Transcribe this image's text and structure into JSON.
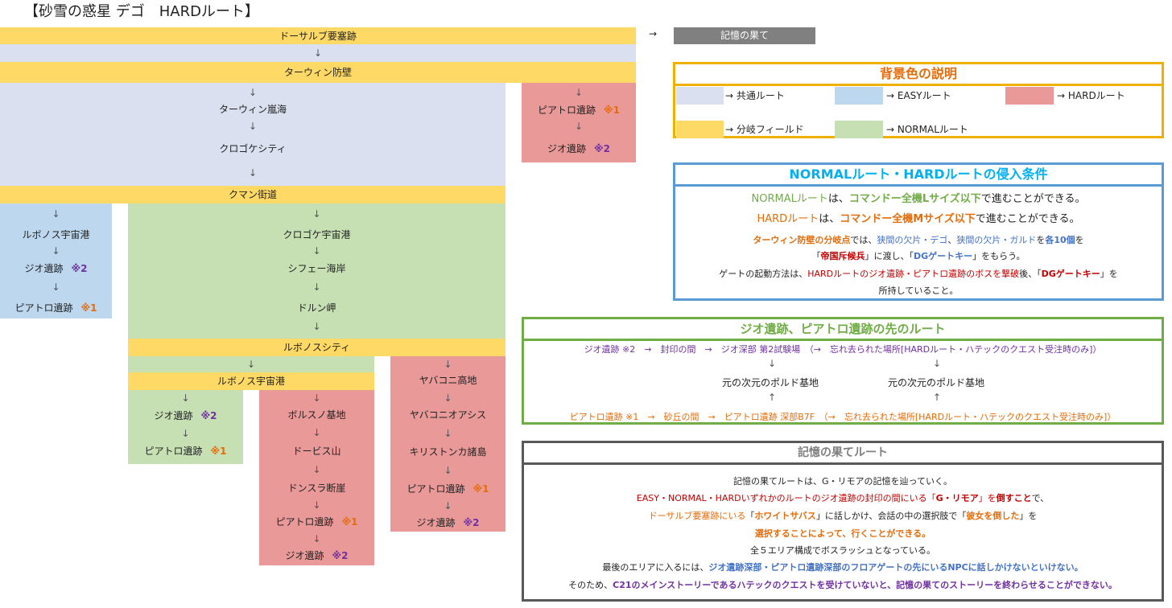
{
  "title": "【砂雪の惑星 デゴ　HARDルート】",
  "top_arrow": "→",
  "memory_end_label": "記憶の果て",
  "arrow": "↓",
  "up_arrow": "↑",
  "note1": "※1",
  "note2": "※2",
  "flow": {
    "dorsalb": "ドーサルブ要塞跡",
    "tarwin_wall": "ターウィン防壁",
    "tarwin_sea": "ターウィン嵐海",
    "krogoke_city": "クロゴケシティ",
    "kuman_road": "クマン街道",
    "ruponos_port": "ルボノス宇宙港",
    "zio_ruins": "ジオ遺跡",
    "piatro_ruins": "ピアトロ遺跡",
    "krogoke_port": "クロゴケ宇宙港",
    "sifae_coast": "シフェー海岸",
    "dorun_cape": "ドルン岬",
    "ruponos_city": "ルボノスシティ",
    "borsuno_base": "ボルスノ基地",
    "dobis_mountain": "ドービス山",
    "donsura_cliff": "ドンスラ断崖",
    "yabakoni_highland": "ヤバコニ高地",
    "yabakoni_oasis": "ヤバコニオアシス",
    "kiristonka_islands": "キリストンカ諸島"
  },
  "legend": {
    "title": "背景色の説明",
    "common": "→ 共通ルート",
    "easy": "→ EASYルート",
    "hard": "→ HARDルート",
    "branch": "→ 分岐フィールド",
    "normal": "→ NORMALルート",
    "colors": {
      "common": "#dae0f0",
      "easy": "#bdd7ee",
      "hard": "#ea9999",
      "branch": "#ffd966",
      "normal": "#c6e0b4"
    }
  },
  "conditions": {
    "title": "NORMALルート・HARDルートの侵入条件",
    "l1a": "NORMALルート",
    "l1b": "は、",
    "l1c": "コマンドー全機Lサイズ以下",
    "l1d": "で進むことができる。",
    "l2a": "HARDルート",
    "l2b": "は、",
    "l2c": "コマンドー全機Mサイズ以下",
    "l2d": "で進むことができる。",
    "l3a": "ターウィン防壁の分岐点",
    "l3b": "では、",
    "l3c": "狭間の欠片・デゴ",
    "l3d": "、",
    "l3e": "狭間の欠片・ガルド",
    "l3f": "を",
    "l3g": "各10個",
    "l3h": "を",
    "l4a": "「",
    "l4b": "帝国斥候兵",
    "l4c": "」に渡し、「",
    "l4d": "DGゲートキー",
    "l4e": "」をもらう。",
    "l5a": "ゲートの起動方法は、",
    "l5b": "HARDルートのジオ遺跡・ピアトロ遺跡のボスを撃破",
    "l5c": "後、「",
    "l5d": "DGゲートキー",
    "l5e": "」を",
    "l6": "所持していること。"
  },
  "beyond": {
    "title": "ジオ遺跡、ピアトロ遺跡の先のルート",
    "zio_line": "ジオ遺跡 ※2　→　封印の間　→　ジオ深部 第2試験場　（→　忘れ去られた場所[HARDルート・ハテックのクエスト受注時のみ]）",
    "base1": "元の次元のポルド基地",
    "base2": "元の次元のポルド基地",
    "piatro_line": "ピアトロ遺跡 ※1　→　砂丘の間　→　ピアトロ遺跡 深部B7F　（→　忘れ去られた場所[HARDルート・ハテックのクエスト受注時のみ]）"
  },
  "memory": {
    "title": "記憶の果てルート",
    "l1": "記憶の果てルートは、G・リモアの記憶を辿っていく。",
    "l2a": "EASY・NORMAL・HARDいずれかのルートのジオ遺跡の封印の間にいる「",
    "l2b": "G・リモア",
    "l2c": "」を",
    "l2d": "倒すこと",
    "l2e": "で、",
    "l3a": "ドーサルブ要塞跡にいる",
    "l3b": "「",
    "l3c": "ホワイトサバス",
    "l3d": "」に話しかけ、会話の中の選択肢で「",
    "l3e": "彼女を倒した",
    "l3f": "」を",
    "l4": "選択することによって、行くことができる。",
    "l5": "全５エリア構成でボスラッシュとなっている。",
    "l6a": "最後のエリアに入るには、",
    "l6b": "ジオ遺跡深部・ピアトロ遺跡深部のフロアゲートの先にいるNPCに話しかけないといけない。",
    "l7a": "そのため、",
    "l7b": "C21のメインストーリーであるハテックのクエストを受けていないと、記憶の果てのストーリーを終わらせることができない。"
  }
}
